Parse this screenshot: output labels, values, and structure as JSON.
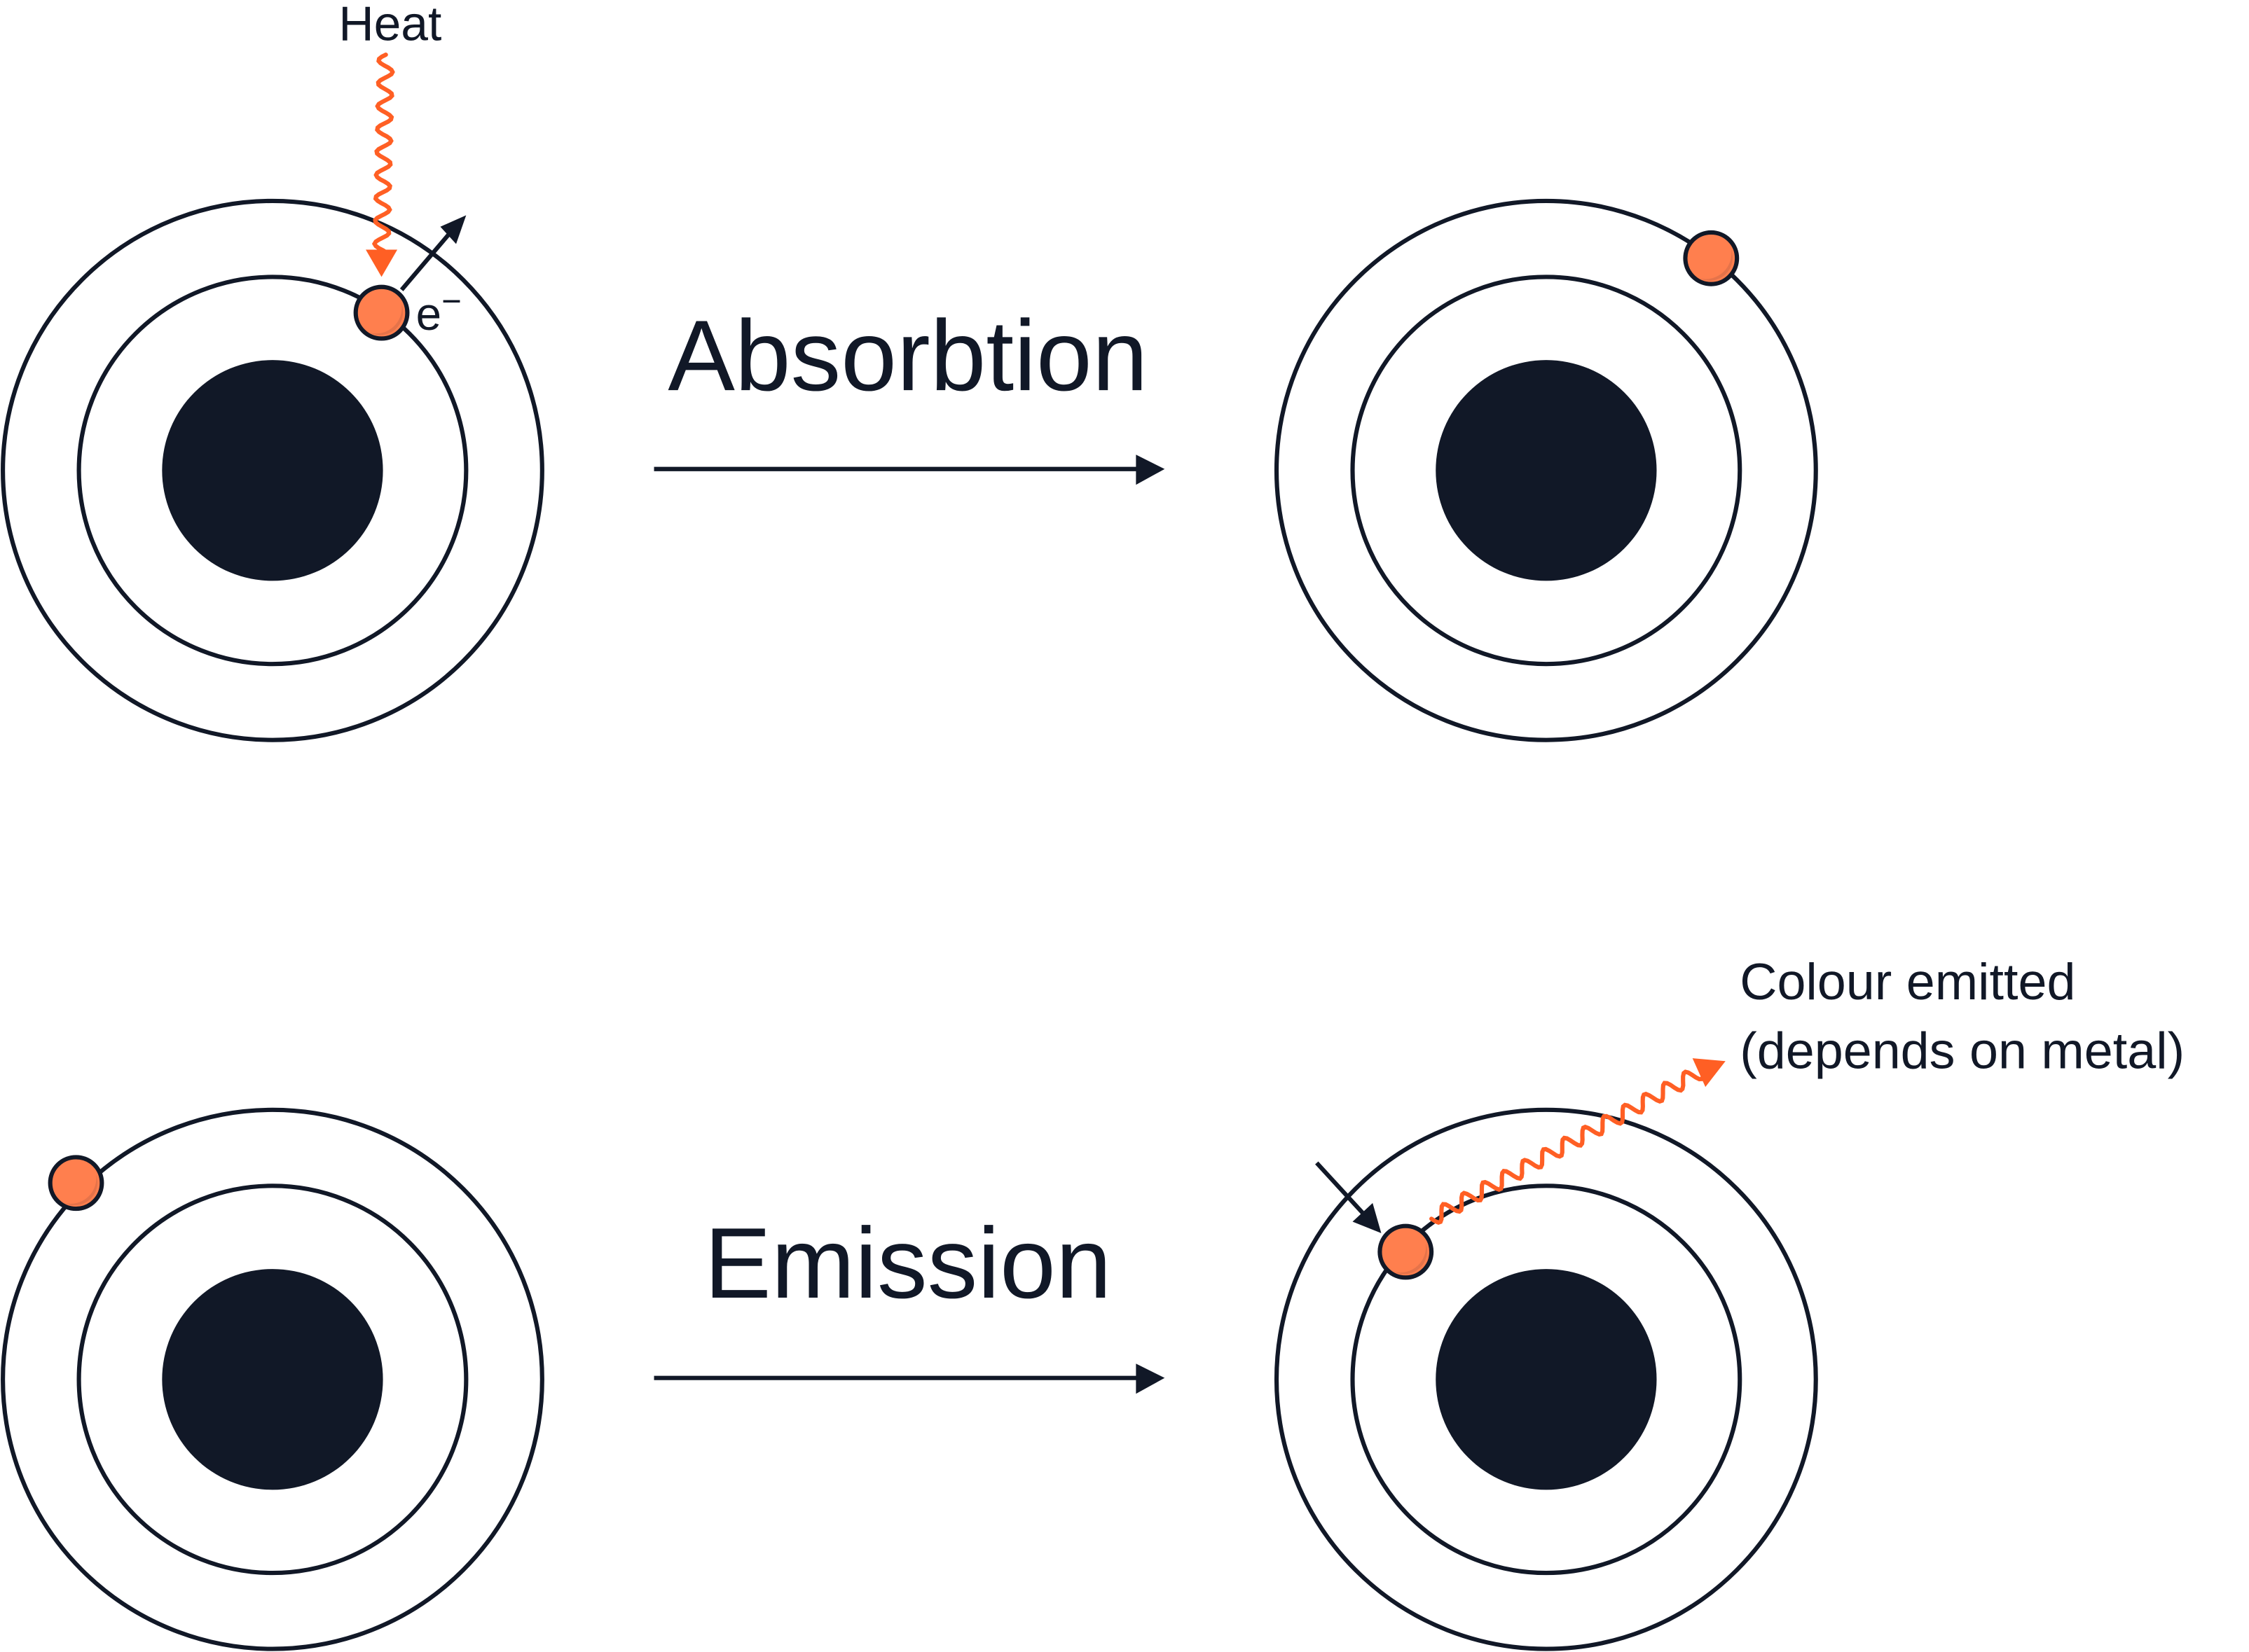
{
  "colors": {
    "ink": "#111827",
    "electron": "#FF7F4E",
    "electron_shade": "#E5734A",
    "photon": "#FF5F24"
  },
  "labels": {
    "heat": "Heat",
    "electron": "e",
    "electron_charge": "−",
    "absorption": "Absorbtion",
    "emission": "Emission",
    "colour_emitted_line1": "Colour emitted",
    "colour_emitted_line2": "(depends on metal)"
  }
}
